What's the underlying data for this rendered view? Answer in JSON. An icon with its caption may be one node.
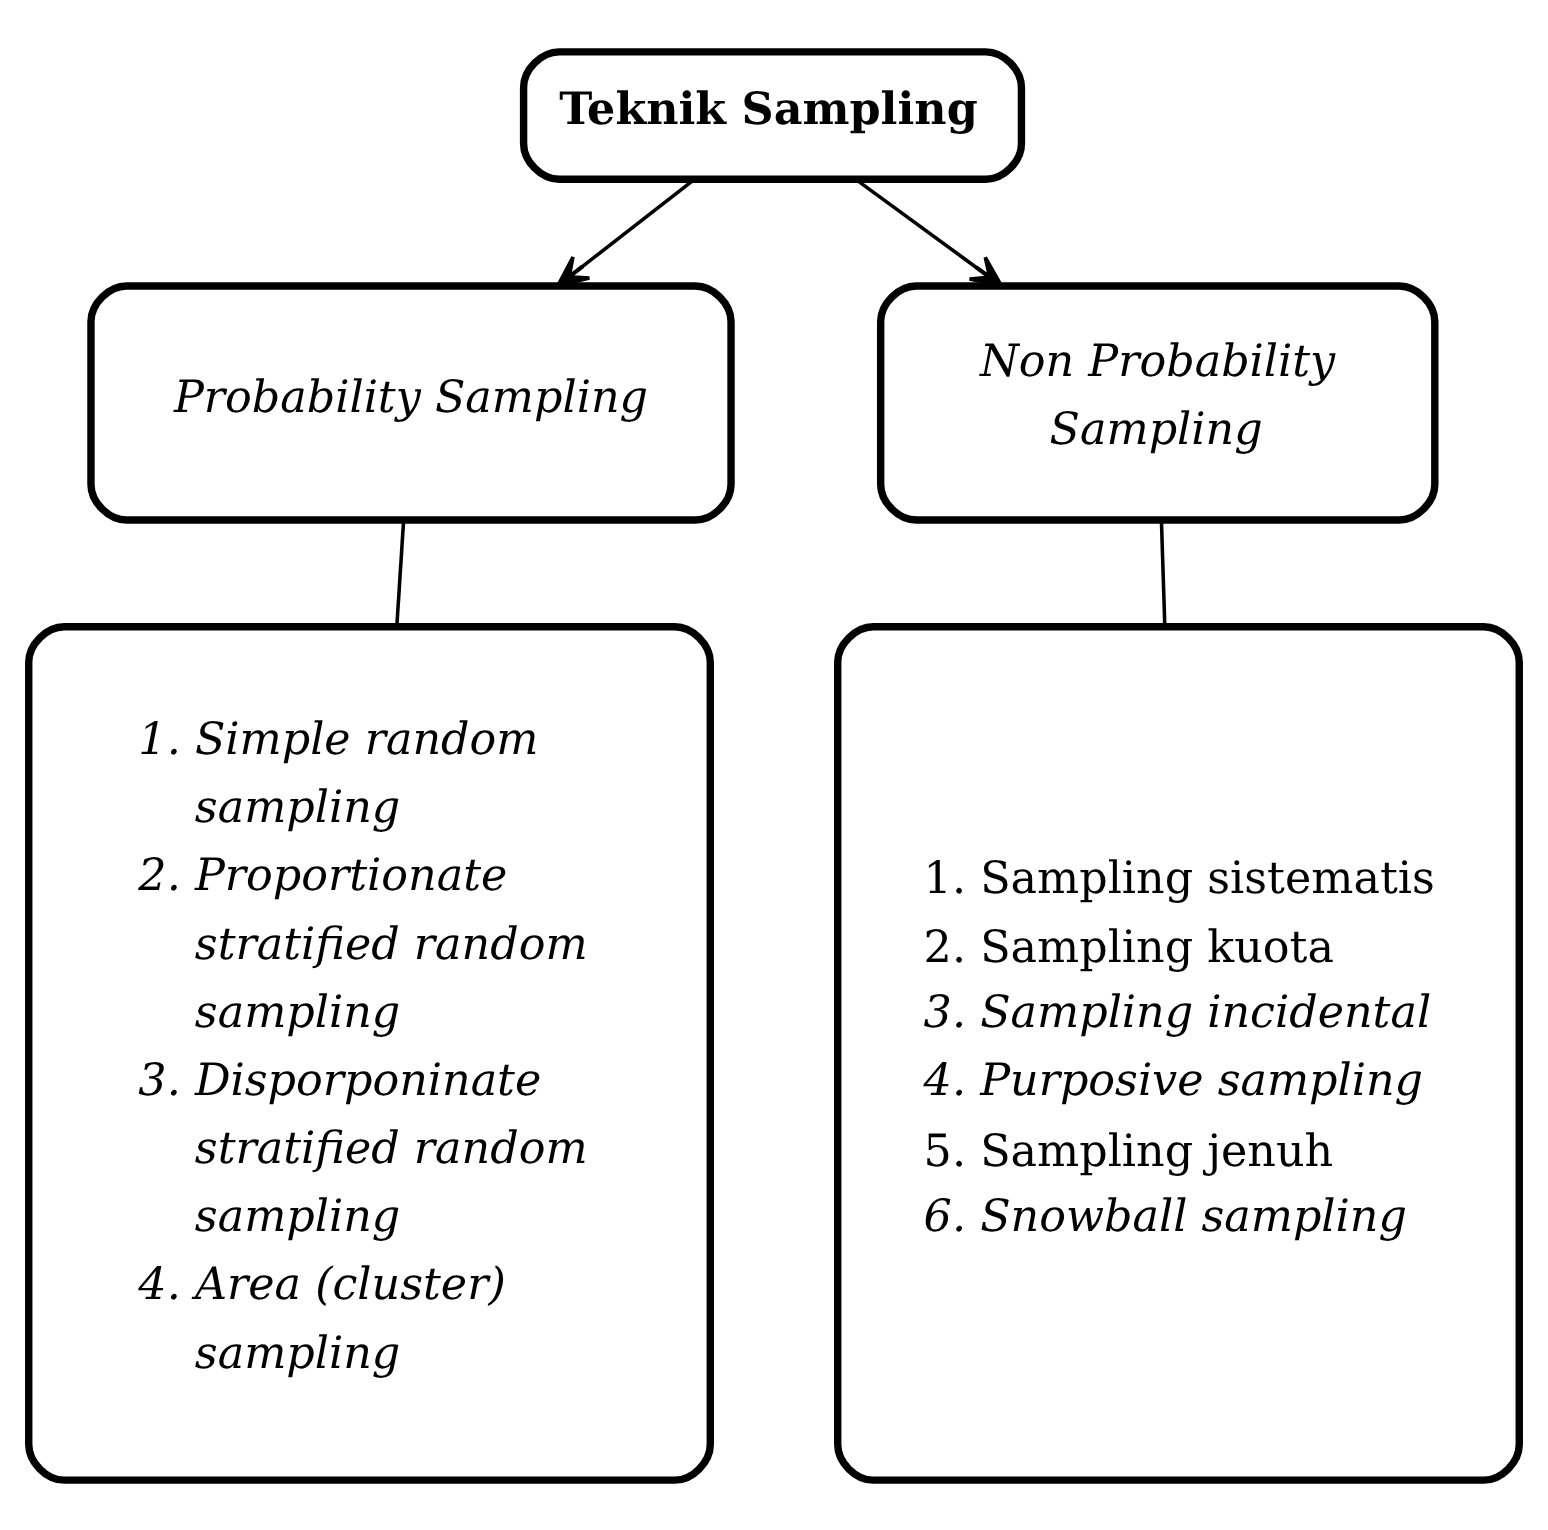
{
  "diagram": {
    "nodes": [
      {
        "text": [
          "Teknik Sampling"
        ]
      },
      {
        "text": [
          "Probability Sampling"
        ]
      },
      {
        "text": [
          "Non Probability Sampling"
        ]
      },
      {
        "text": [
          "1. Simple random sampling",
          "2. Proportionate stratified random sampling",
          "3. Disporponinate stratified random sampling",
          "4. Area (cluster) sampling"
        ]
      },
      {
        "text": [
          "1. Sampling sistematis",
          "2. Sampling kuota",
          "*3. Sampling incidental*",
          "*4. Purposive sampling*",
          "5. Sampling jenuh",
          "*6. Snowball sampling*"
        ]
      }
    ],
    "edges": [
      {
        "from": 0,
        "to": 1,
        "arrow": "to"
      },
      {
        "from": 0,
        "to": 2,
        "arrow": "to"
      },
      {
        "from": 1,
        "to": 3,
        "arrow": "none"
      },
      {
        "from": 2,
        "to": 4,
        "arrow": "none"
      }
    ]
  }
}
